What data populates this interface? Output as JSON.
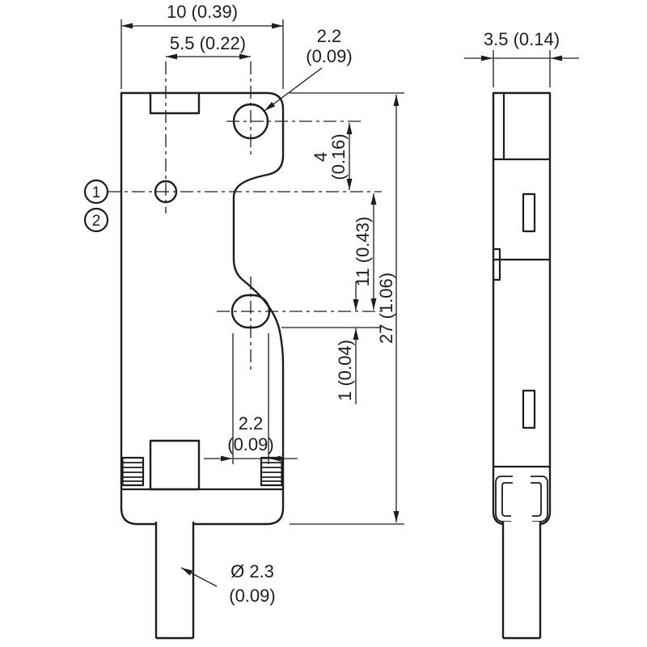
{
  "drawing": {
    "ink": "#1d1d1b",
    "background": "#ffffff"
  },
  "callouts": {
    "one": "1",
    "two": "2"
  },
  "dims": {
    "front_width": "10 (0.39)",
    "hole_spacing": "5.5 (0.22)",
    "top_hole": {
      "line1": "2.2",
      "line2": "(0.09)"
    },
    "side_width": "3.5 (0.14)",
    "top_to_axis": {
      "line1": "4",
      "line2": "(0.16)"
    },
    "axis_to_slot": "11 (0.43)",
    "overall_height": "27 (1.06)",
    "axis_offset": "1 (0.04)",
    "slot_width": {
      "line1": "2.2",
      "line2": "(0.09)"
    },
    "cable_diameter": {
      "line1": "Ø 2.3",
      "line2": "(0.09)"
    }
  }
}
